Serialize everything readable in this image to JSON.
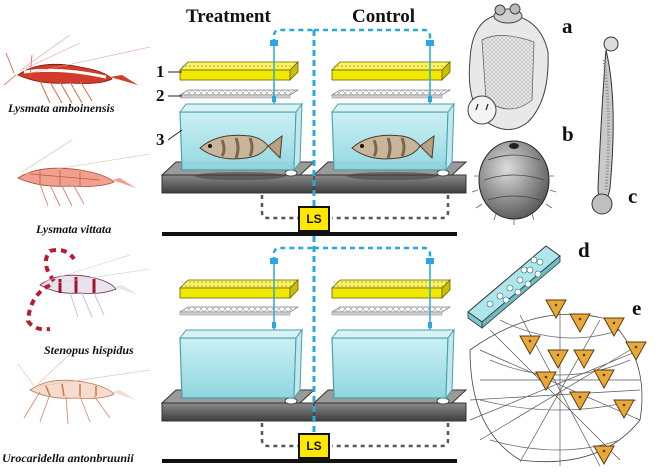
{
  "headers": {
    "treatment": "Treatment",
    "control": "Control"
  },
  "species": [
    {
      "name": "Lysmata amboinensis"
    },
    {
      "name": "Lysmata vittata"
    },
    {
      "name": "Stenopus hispidus"
    },
    {
      "name": "Urocaridella antonbruunii"
    }
  ],
  "component_numbers": {
    "one": "1",
    "two": "2",
    "three": "3"
  },
  "panel_letters": {
    "a": "a",
    "b": "b",
    "c": "c",
    "d": "d",
    "e": "e"
  },
  "ls_box": {
    "upper": "LS",
    "lower": "LS"
  },
  "colors": {
    "tray": "#f2e800",
    "water": "#aee6ec",
    "tube": "#29a8e0",
    "base": "#555555",
    "ls": "#ffe800",
    "parasite": "#e8a93b"
  }
}
